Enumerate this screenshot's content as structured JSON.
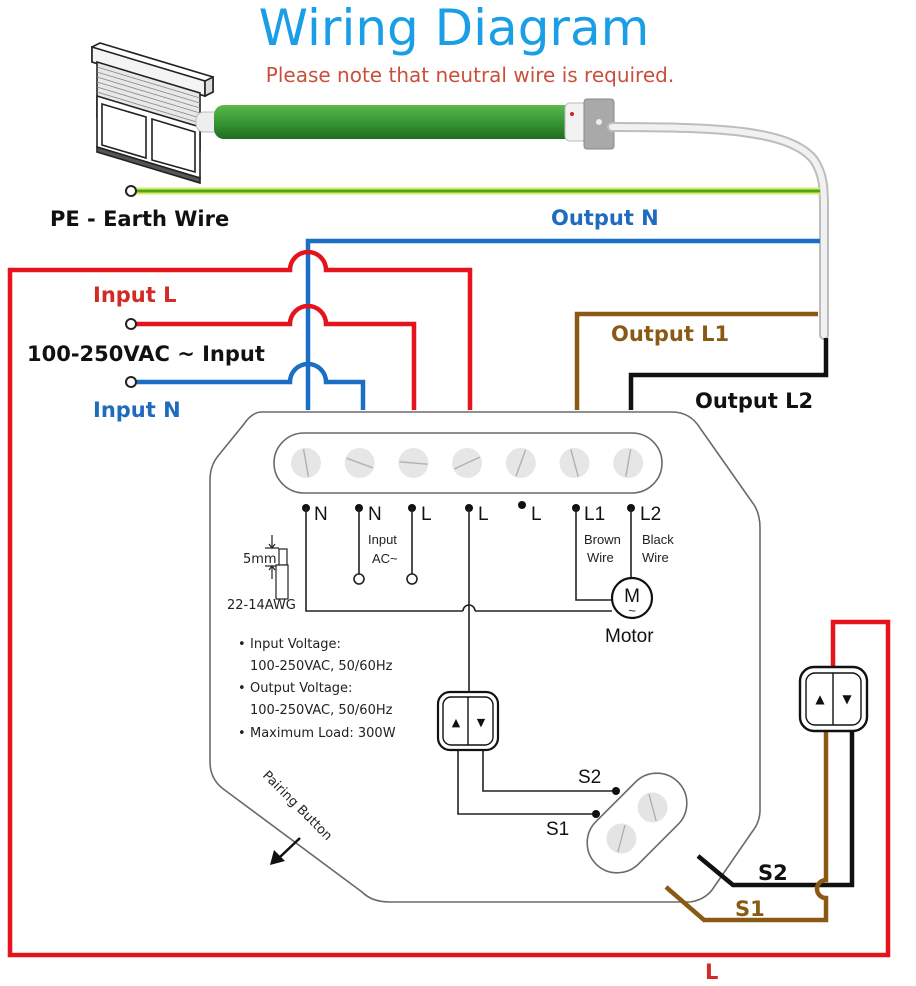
{
  "header": {
    "title": "Wiring Diagram",
    "note": "Please note that neutral wire is required."
  },
  "colors": {
    "title": "#1a9ee6",
    "note": "#c8503c",
    "live_red": "#e5141c",
    "neutral_blue": "#1565c0",
    "earth_green": "#6abf1e",
    "brown": "#8a5a14",
    "black": "#111111",
    "motor_tube": "#3a9a35"
  },
  "wire_labels": {
    "earth": "PE - Earth Wire",
    "output_n": "Output N",
    "input_l": "Input L",
    "input_voltage": "100-250VAC ~ Input",
    "input_n": "Input N",
    "output_l1": "Output L1",
    "output_l2": "Output L2",
    "switch_s2": "S2",
    "switch_s1": "S1",
    "bottom_l": "L"
  },
  "module": {
    "terminals": [
      {
        "label": "N"
      },
      {
        "label": "N"
      },
      {
        "label": "L"
      },
      {
        "label": "L"
      },
      {
        "label": "L"
      },
      {
        "label": "L1"
      },
      {
        "label": "L2"
      }
    ],
    "input_ac_label": [
      "Input",
      "AC~"
    ],
    "brown_wire_label": [
      "Brown",
      "Wire"
    ],
    "black_wire_label": [
      "Black",
      "Wire"
    ],
    "motor_symbol": "M",
    "motor_tilde": "~",
    "motor_label": "Motor",
    "strip_length": "5mm",
    "wire_gauge": "22-14AWG",
    "specs": [
      {
        "bullet": "•",
        "line1": "Input Voltage:",
        "line2": "100-250VAC, 50/60Hz"
      },
      {
        "bullet": "•",
        "line1": "Output Voltage:",
        "line2": "100-250VAC, 50/60Hz"
      },
      {
        "bullet": "•",
        "line1": "Maximum Load: 300W",
        "line2": ""
      }
    ],
    "pairing_button": "Pairing Button",
    "s2": "S2",
    "s1": "S1",
    "switch_up": "▲",
    "switch_down": "▼"
  }
}
